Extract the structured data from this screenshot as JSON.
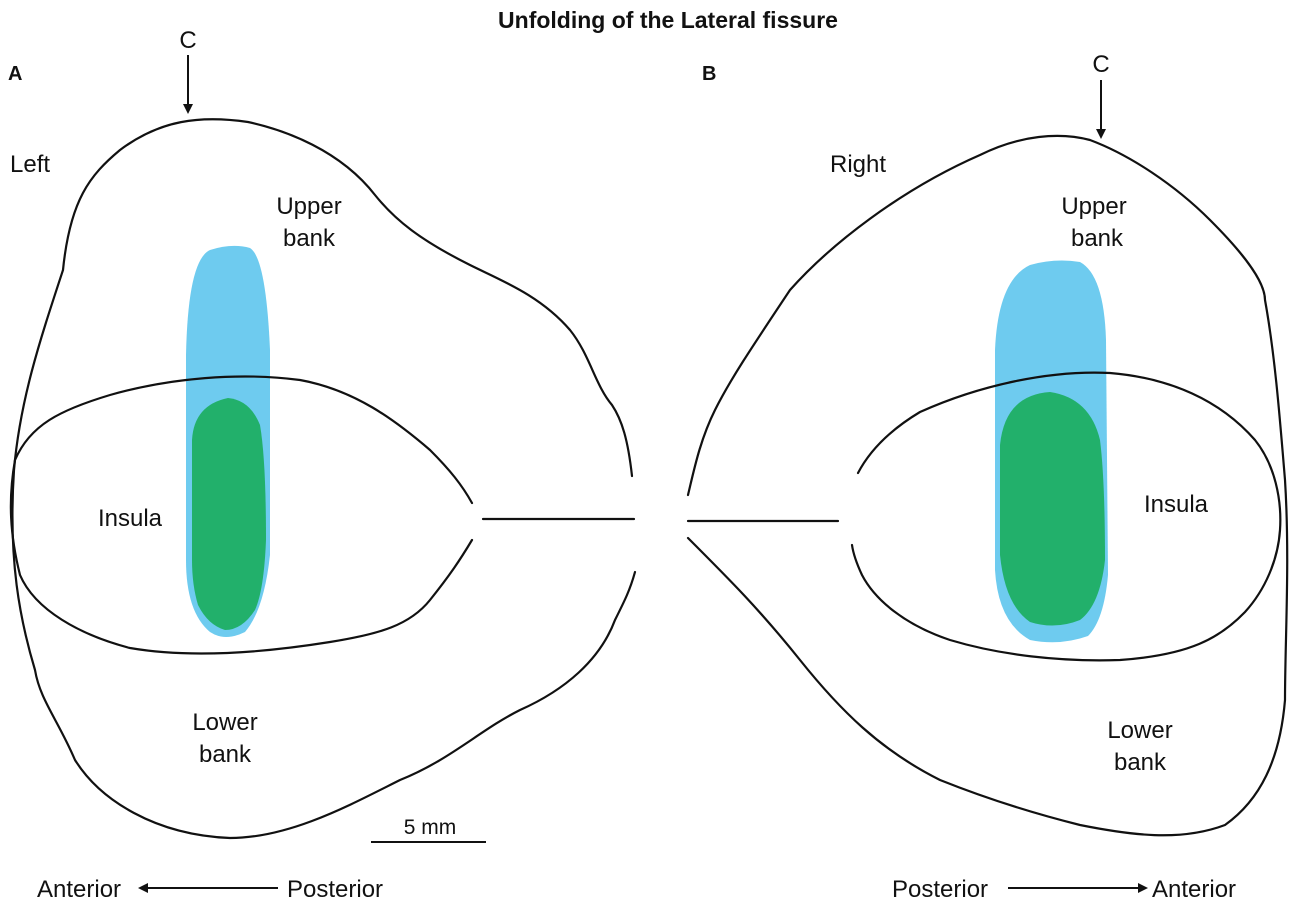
{
  "title": "Unfolding of the Lateral fissure",
  "panels": {
    "a": {
      "letter": "A",
      "side": "Left",
      "c_marker": "C",
      "upper_bank": [
        "Upper",
        "bank"
      ],
      "insula": "Insula",
      "lower_bank": [
        "Lower",
        "bank"
      ],
      "axis_left": "Anterior",
      "axis_right": "Posterior"
    },
    "b": {
      "letter": "B",
      "side": "Right",
      "c_marker": "C",
      "upper_bank": [
        "Upper",
        "bank"
      ],
      "insula": "Insula",
      "lower_bank": [
        "Lower",
        "bank"
      ],
      "axis_left": "Posterior",
      "axis_right": "Anterior"
    }
  },
  "scale_bar": "5 mm",
  "colors": {
    "outline": "#111111",
    "blue_region": "#6ecbef",
    "green_region": "#22b06b",
    "background": "#ffffff"
  }
}
